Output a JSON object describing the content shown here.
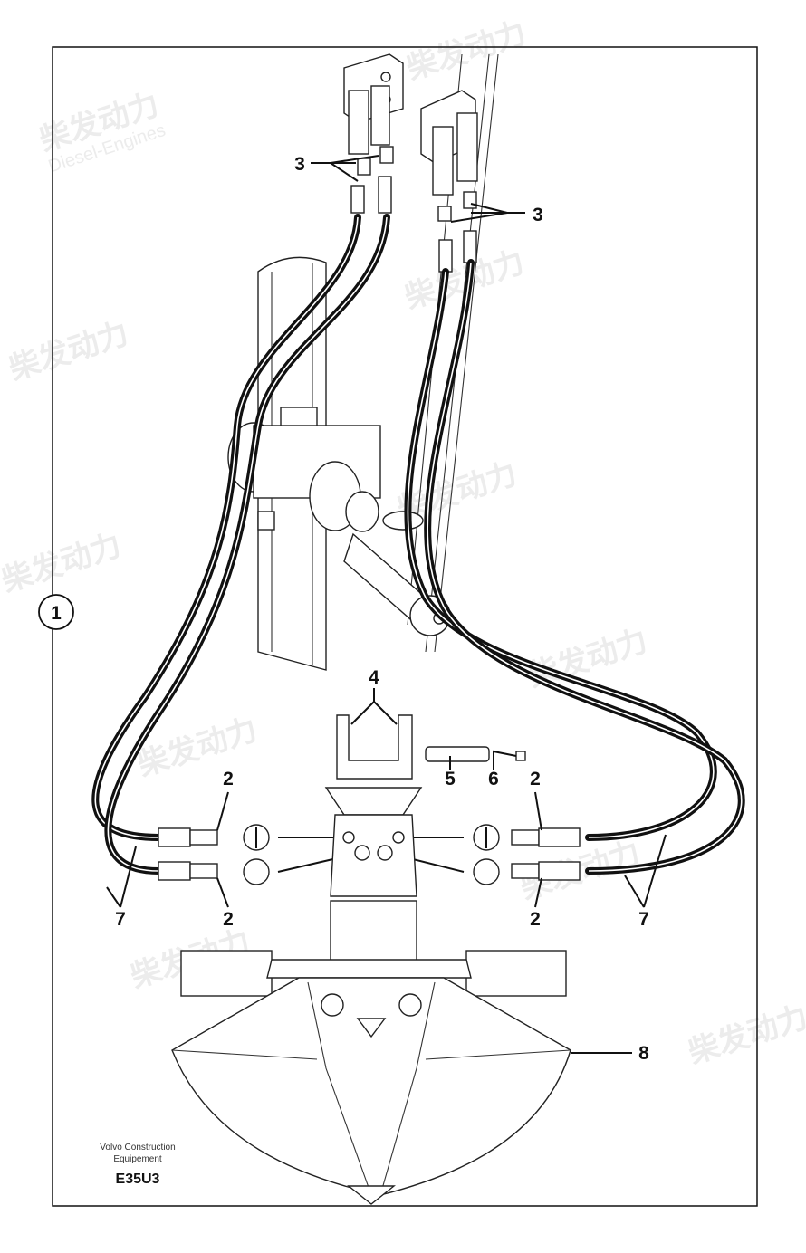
{
  "diagram": {
    "labels": {
      "callout_1": "1",
      "callout_2a": "2",
      "callout_2b": "2",
      "callout_2c": "2",
      "callout_2d": "2",
      "callout_3a": "3",
      "callout_3b": "3",
      "callout_4": "4",
      "callout_5": "5",
      "callout_6": "6",
      "callout_7a": "7",
      "callout_7b": "7",
      "callout_8": "8"
    },
    "caption": {
      "line1": "Volvo Construction",
      "line2": "Equipement",
      "code": "E35U3"
    },
    "watermark": {
      "brand": "柴发动力",
      "sub": "Diesel-Engines"
    }
  }
}
